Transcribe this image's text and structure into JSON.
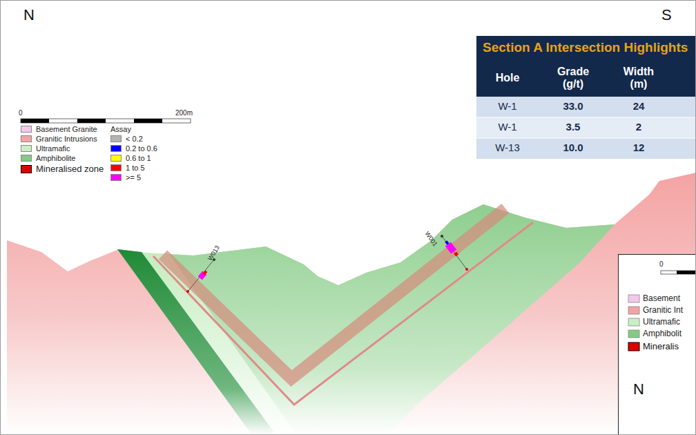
{
  "diagram": {
    "labels": [
      "N",
      "S",
      "Section A Intersection Highlights",
      "Hole",
      "Grade (g/t)",
      "Width (m)",
      "W-1",
      "33.0",
      "24",
      "W-1",
      "3.5",
      "2",
      "W-13",
      "10.0",
      "12",
      "0",
      "200m",
      "Assay",
      "W013",
      "W001",
      "0",
      "Basement",
      "Granitic Int",
      "Ultramafic",
      "Amphibolit",
      "Mineralis",
      "N"
    ],
    "legend": [
      {
        "text": "Basement Granite",
        "color": "#f3c8ec"
      },
      {
        "text": "Granitic Intrusions",
        "color": "#f2a4a4"
      },
      {
        "text": "Ultramafic",
        "color": "#c9efc2"
      },
      {
        "text": "Amphibolite",
        "color": "#86c986"
      },
      {
        "text": "Mineralised zone",
        "color": "#e00000"
      },
      {
        "text": "< 0.2",
        "color": "#b4b4b4"
      },
      {
        "text": "0.2 to 0.6",
        "color": "#0000ff"
      },
      {
        "text": "0.6 to 1",
        "color": "#ffff00"
      },
      {
        "text": "1 to 5",
        "color": "#ff0000"
      },
      {
        "text": ">= 5",
        "color": "#ff00ff"
      }
    ]
  }
}
